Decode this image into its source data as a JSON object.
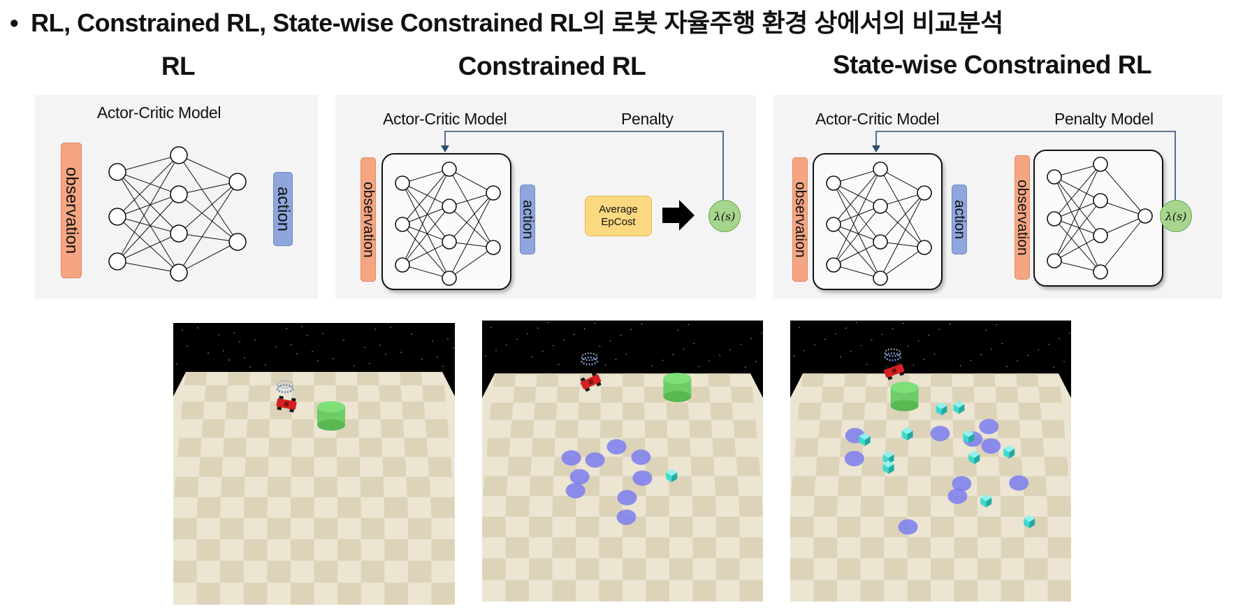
{
  "heading": {
    "bullet": "•",
    "text": "RL, Constrained RL, State-wise Constrained RL의 로봇 자율주행 환경 상에서의 비교분석"
  },
  "panels": {
    "rl": {
      "title": "RL",
      "model_label": "Actor-Critic Model",
      "observation": "observation",
      "action": "action"
    },
    "crl": {
      "title": "Constrained RL",
      "model_label": "Actor-Critic Model",
      "penalty_label": "Penalty",
      "observation": "observation",
      "action": "action",
      "avg_line1": "Average",
      "avg_line2": "EpCost",
      "lambda": "λ(s)"
    },
    "swrl": {
      "title": "State-wise Constrained RL",
      "model_label": "Actor-Critic Model",
      "penalty_label": "Penalty Model",
      "observation": "observation",
      "action": "action",
      "observation2": "observation",
      "lambda": "λ(s)"
    }
  },
  "colors": {
    "observation": "#f4a582",
    "action": "#8fa6dc",
    "avg_cost": "#fcd980",
    "lambda": "#a6d68e",
    "hazard": "#7b7df0",
    "vase": "#3fd8d0",
    "goal": "#7fe07a",
    "robot": "#d62020",
    "floor_light": "#ebe5d2",
    "floor_dark": "#dcd3b9",
    "sky": "#000000"
  },
  "scenes": {
    "rl": {
      "hazards": 0,
      "vases": 0
    },
    "crl": {
      "hazards": 10,
      "vases": 1
    },
    "swrl": {
      "hazards": 12,
      "vases": 11
    }
  }
}
